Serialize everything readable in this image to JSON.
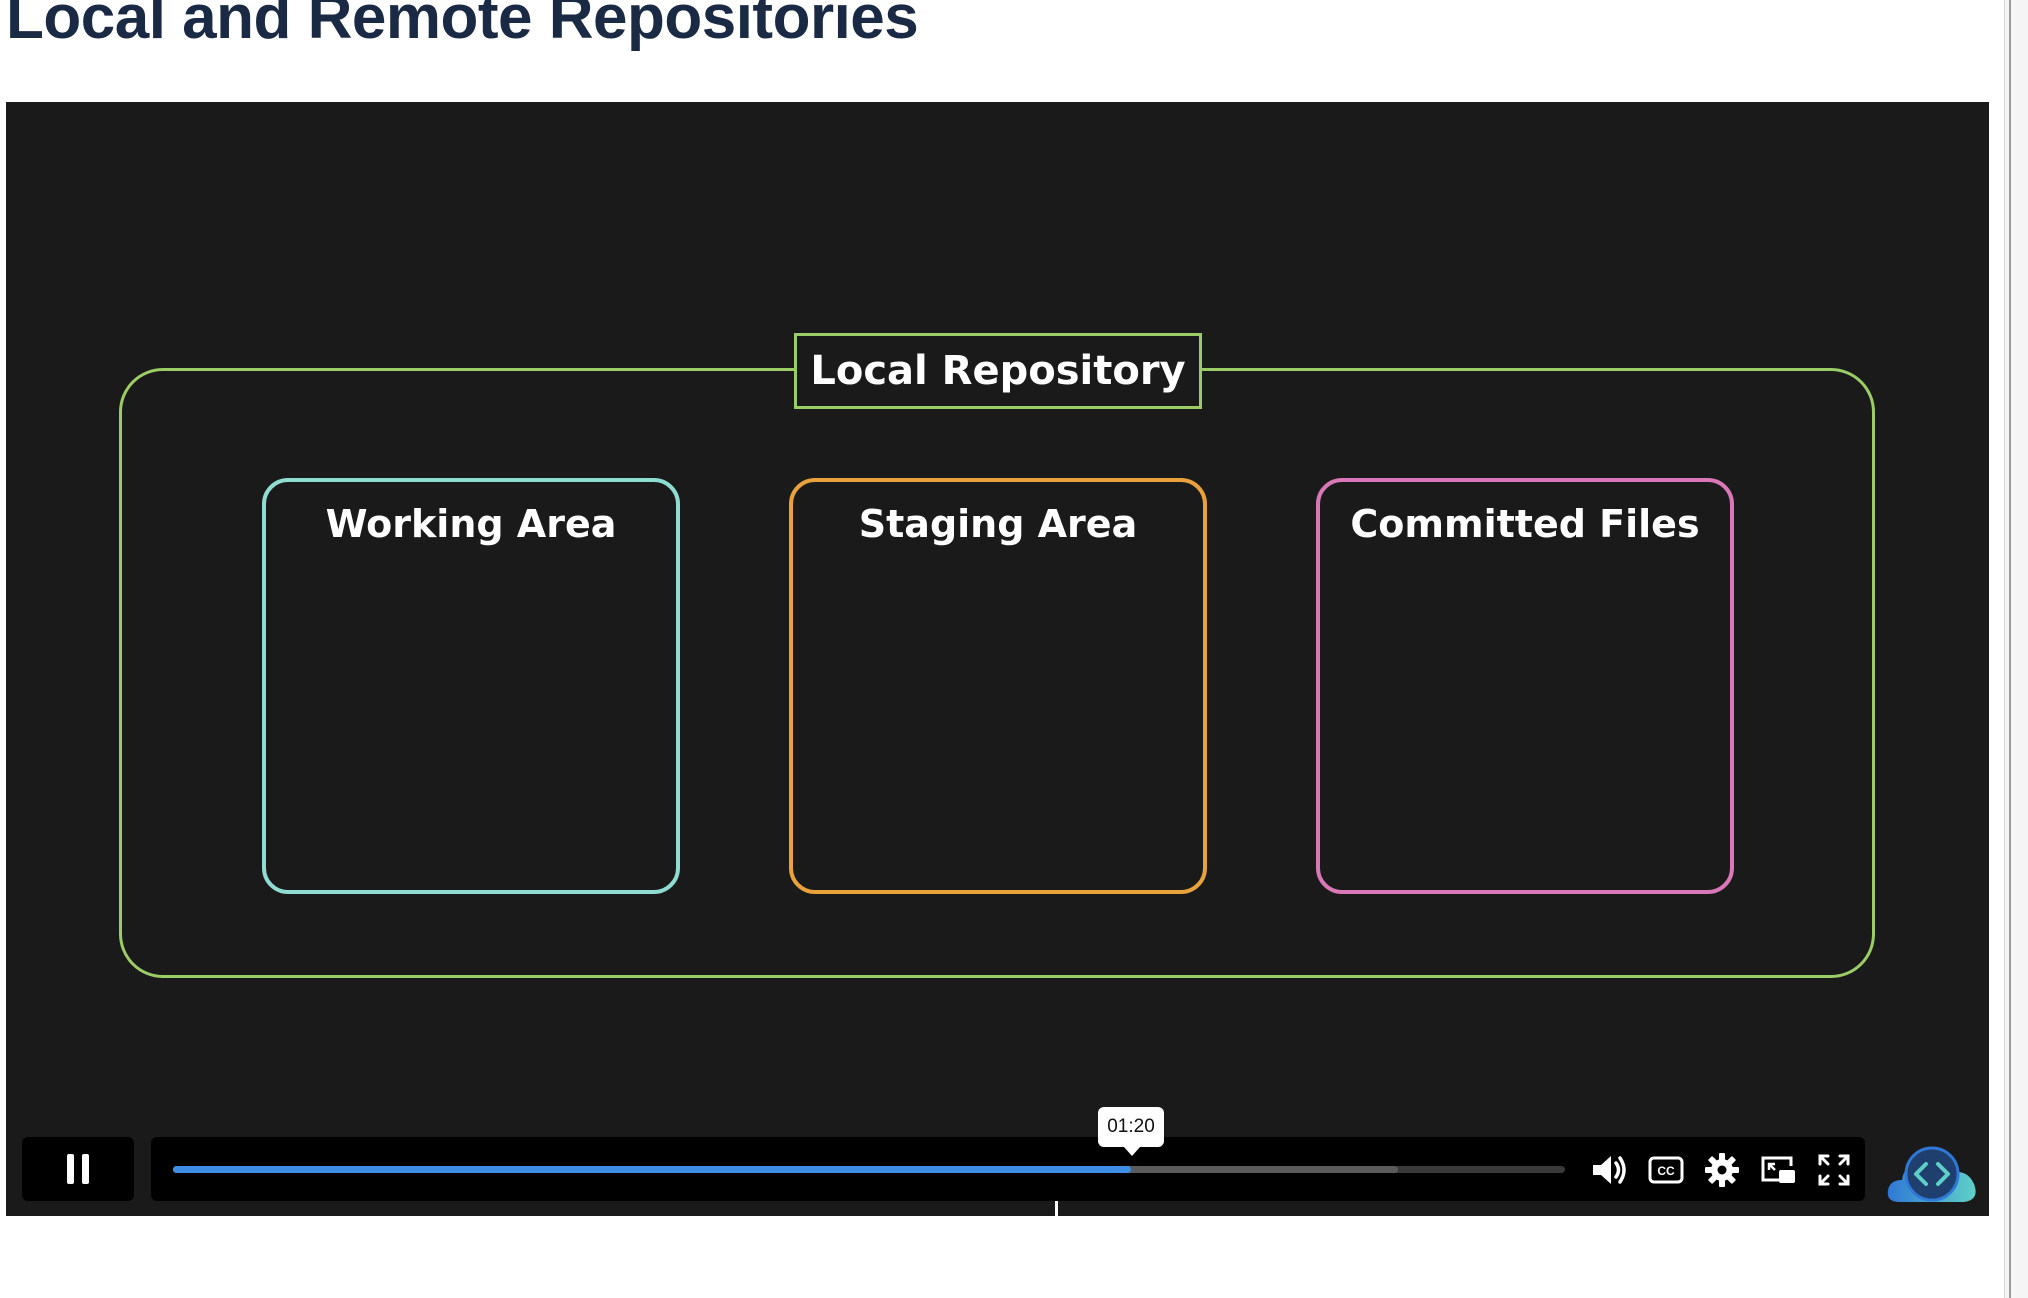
{
  "page": {
    "title": "Local and Remote Repositories"
  },
  "slide": {
    "container_label": "Local Repository",
    "areas": [
      {
        "label": "Working Area",
        "color": "#8fdcd0"
      },
      {
        "label": "Staging Area",
        "color": "#e9a23b"
      },
      {
        "label": "Committed Files",
        "color": "#d977b7"
      }
    ],
    "container_color": "#9ccc65"
  },
  "player": {
    "hover_time": "01:20",
    "progress_played_fraction": 0.688,
    "progress_buffered_fraction": 0.88,
    "accent_color": "#3e8ee6",
    "controls": {
      "play_pause": "pause-icon",
      "volume": "volume-icon",
      "captions": "cc-icon",
      "settings": "gear-icon",
      "picture_in_picture": "pip-icon",
      "fullscreen": "fullscreen-icon"
    }
  }
}
